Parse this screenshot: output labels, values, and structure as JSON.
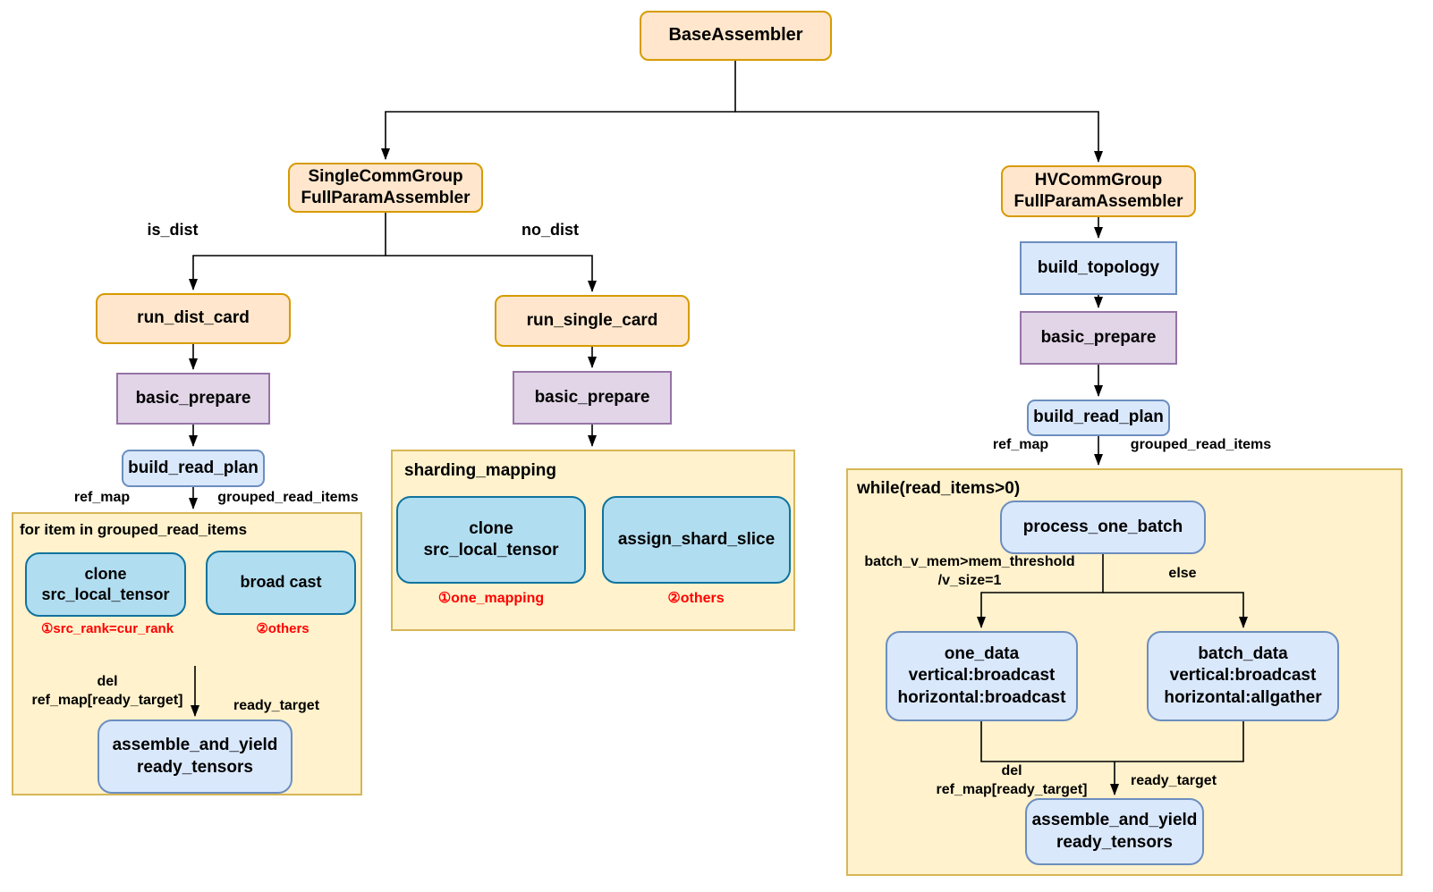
{
  "nodes": {
    "base_assembler": {
      "label": "BaseAssembler"
    },
    "single_comm_group": {
      "label": "SingleCommGroup\nFullParamAssembler"
    },
    "hv_comm_group": {
      "label": "HVCommGroup\nFullParamAssembler"
    },
    "run_dist_card": {
      "label": "run_dist_card"
    },
    "run_single_card": {
      "label": "run_single_card"
    },
    "basic_prepare_left": {
      "label": "basic_prepare"
    },
    "basic_prepare_mid": {
      "label": "basic_prepare"
    },
    "basic_prepare_right": {
      "label": "basic_prepare"
    },
    "build_topology": {
      "label": "build_topology"
    },
    "build_read_plan_left": {
      "label": "build_read_plan"
    },
    "build_read_plan_right": {
      "label": "build_read_plan"
    },
    "clone_left": {
      "label": "clone\nsrc_local_tensor"
    },
    "broadcast": {
      "label": "broad cast"
    },
    "assemble_left": {
      "label": "assemble_and_yield\nready_tensors"
    },
    "clone_mid": {
      "label": "clone\nsrc_local_tensor"
    },
    "assign_shard_slice": {
      "label": "assign_shard_slice"
    },
    "process_one_batch": {
      "label": "process_one_batch"
    },
    "one_data": {
      "label": "one_data\nvertical:broadcast\nhorizontal:broadcast"
    },
    "batch_data": {
      "label": "batch_data\nvertical:broadcast\nhorizontal:allgather"
    },
    "assemble_right": {
      "label": "assemble_and_yield\nready_tensors"
    }
  },
  "containers": {
    "for_loop": {
      "title": "for item in grouped_read_items"
    },
    "sharding_mapping": {
      "title": "sharding_mapping"
    },
    "while_loop": {
      "title": "while(read_items>0)"
    }
  },
  "edge_labels": {
    "is_dist": "is_dist",
    "no_dist": "no_dist",
    "ref_map_left": "ref_map",
    "grouped_read_items_left": "grouped_read_items",
    "ref_map_right": "ref_map",
    "grouped_read_items_right": "grouped_read_items",
    "src_rank_case": "①src_rank=cur_rank",
    "others_case_left": "②others",
    "one_mapping_case": "①one_mapping",
    "others_case_mid": "②others",
    "del_ref_map_left": "del\nref_map[ready_target]",
    "ready_target_left": "ready_target",
    "batch_condition": "batch_v_mem>mem_threshold\n/v_size=1",
    "else_condition": "else",
    "del_ref_map_right": "del\nref_map[ready_target]",
    "ready_target_right": "ready_target"
  },
  "colors": {
    "orange_fill": "#FFE6CC",
    "orange_stroke": "#D79B00",
    "purple_fill": "#E1D5E7",
    "purple_stroke": "#9673A6",
    "blue_fill": "#DAE8FC",
    "blue_stroke": "#6C8EBF",
    "cyan_fill": "#B1DDF0",
    "cyan_stroke": "#10739E",
    "yellow_fill": "#FFF2CC",
    "yellow_stroke": "#D6B656",
    "red_label": "#FF0000",
    "line": "#000000"
  }
}
